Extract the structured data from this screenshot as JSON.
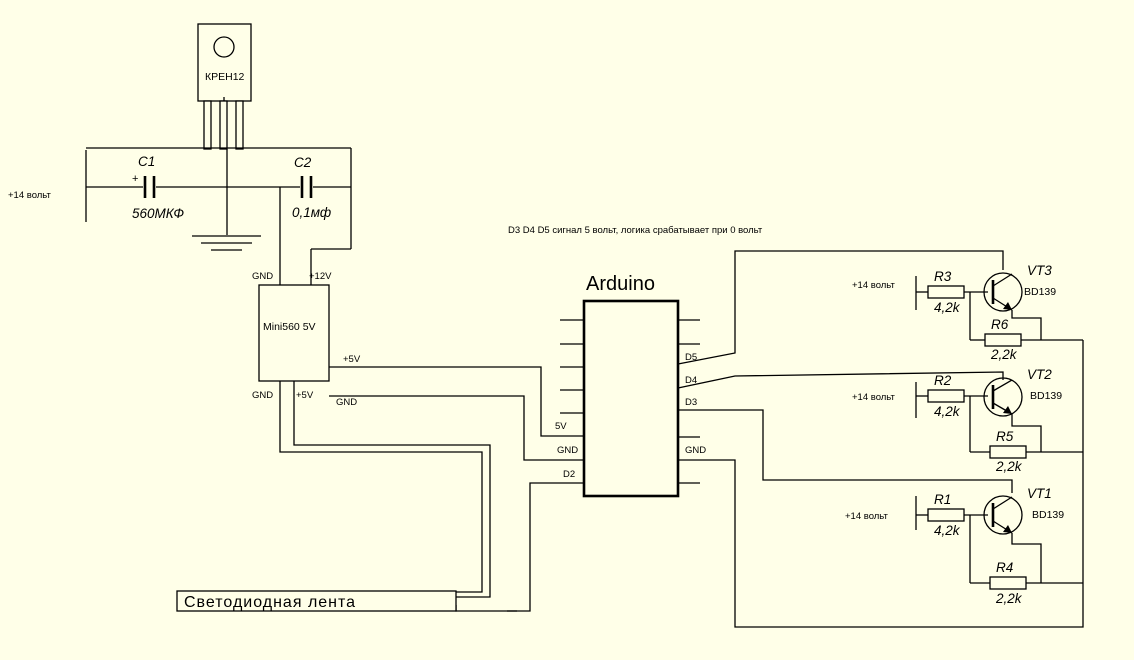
{
  "labels": {
    "power_in": "+14 вольт",
    "regulator": "КРЕН12",
    "c1_name": "C1",
    "c1_polarity": "+",
    "c1_value": "560МКФ",
    "c2_name": "C2",
    "c2_value": "0,1мф",
    "note": "D3 D4 D5 сигнал 5 вольт, логика срабатывает при 0 вольт",
    "module_name": "Mini560 5V",
    "module_pin_gnd_top": "GND",
    "module_pin_12v": "+12V",
    "module_pin_5v_out": "+5V",
    "module_pin_gnd_out": "GND",
    "module_pin_gnd_bottom": "GND",
    "module_pin_5v_bottom": "+5V",
    "arduino_name": "Arduino",
    "arduino_pin_5v": "5V",
    "arduino_pin_gnd_left": "GND",
    "arduino_pin_d2": "D2",
    "arduino_pin_d5": "D5",
    "arduino_pin_d4": "D4",
    "arduino_pin_d3": "D3",
    "arduino_pin_gnd_right": "GND",
    "led_strip": "Светодиодная лента"
  },
  "channels": [
    {
      "supply": "+14 вольт",
      "base_resistor": "R3",
      "base_value": "4,2k",
      "transistor": "VT3",
      "model": "BD139",
      "pulldown": "R6",
      "pulldown_value": "2,2k"
    },
    {
      "supply": "+14 вольт",
      "base_resistor": "R2",
      "base_value": "4,2k",
      "transistor": "VT2",
      "model": "BD139",
      "pulldown": "R5",
      "pulldown_value": "2,2k"
    },
    {
      "supply": "+14 вольт",
      "base_resistor": "R1",
      "base_value": "4,2k",
      "transistor": "VT1",
      "model": "BD139",
      "pulldown": "R4",
      "pulldown_value": "2,2k"
    }
  ]
}
